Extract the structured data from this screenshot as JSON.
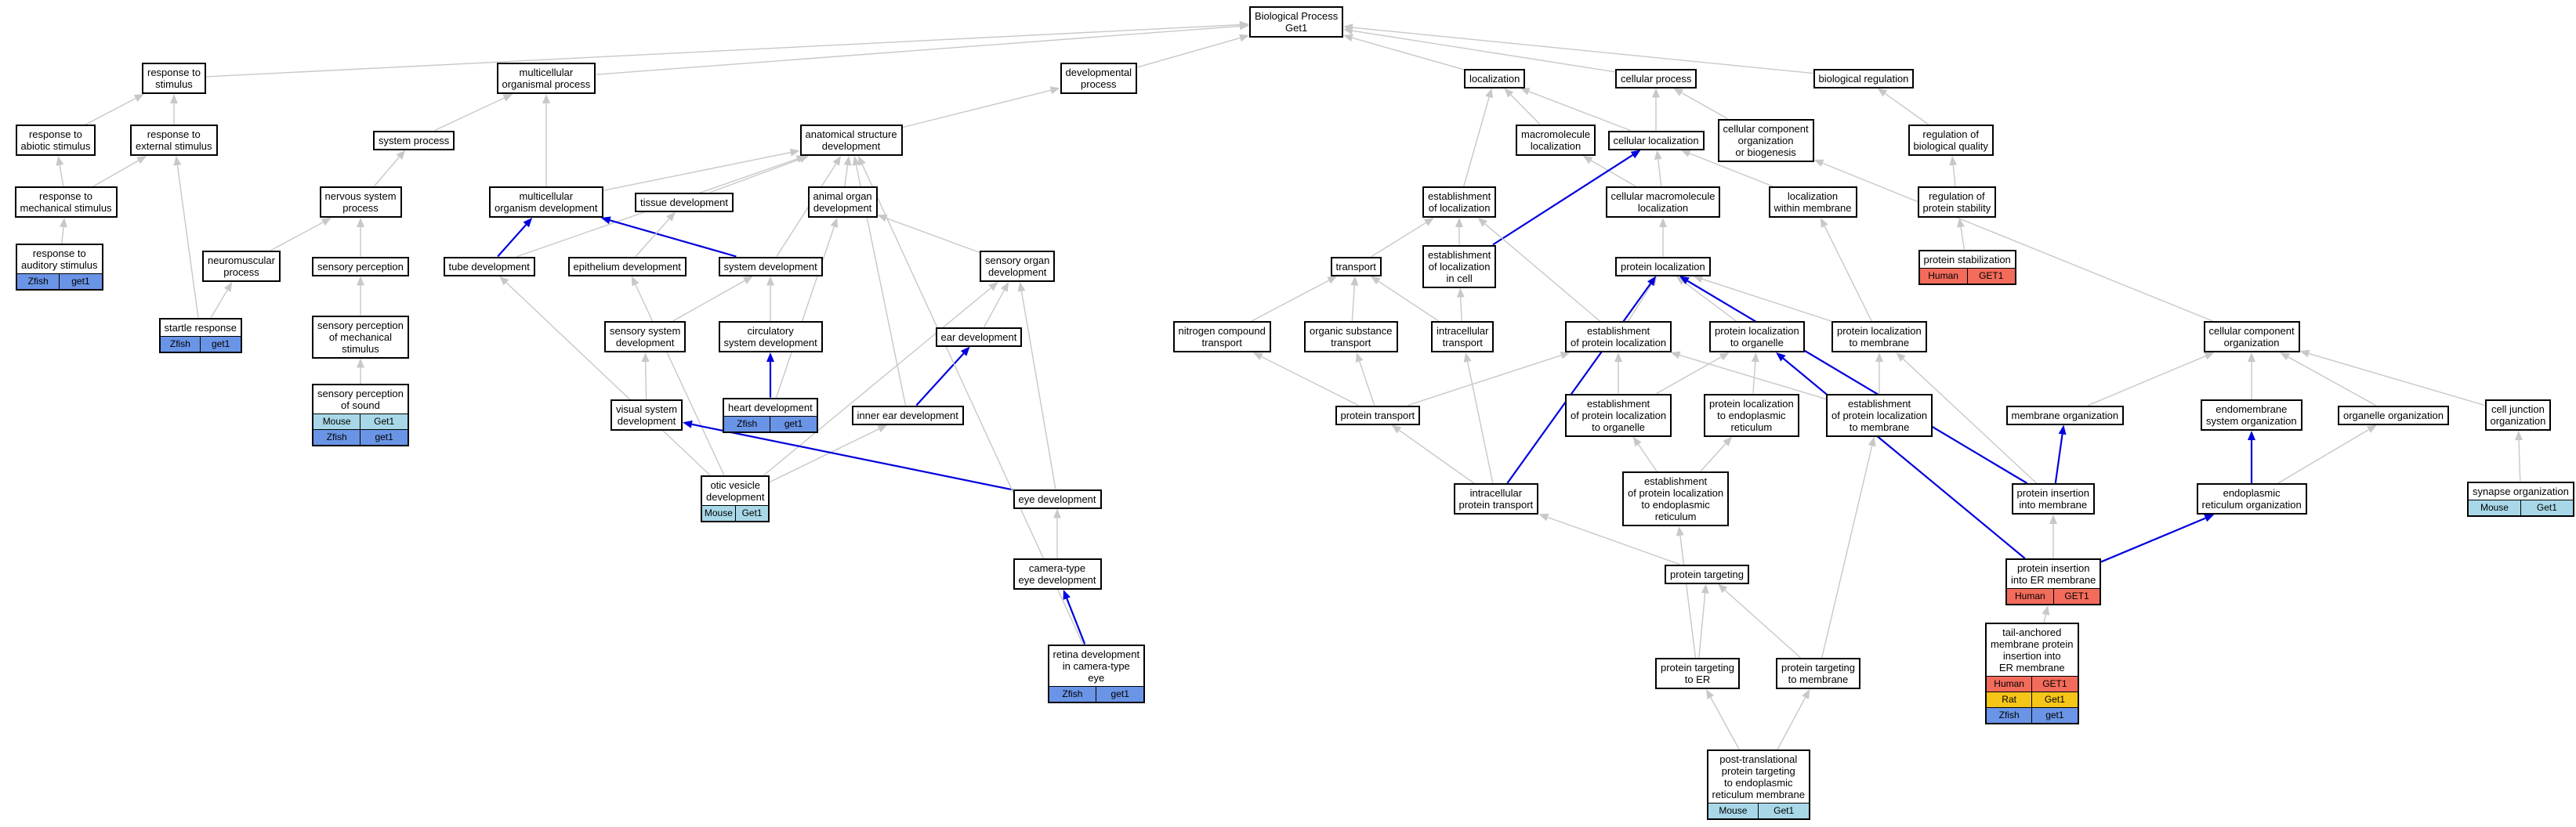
{
  "colors": {
    "edge_gray": "#c8c8c8",
    "edge_blue": "#0000dd",
    "human": "#f26b5b",
    "zfish": "#6a94e6",
    "mouse": "#a8d8e8",
    "rat": "#f5c518"
  },
  "nodes": [
    {
      "id": "bp",
      "label": "Biological Process\nGet1"
    },
    {
      "id": "resp_stim",
      "label": "response to\nstimulus"
    },
    {
      "id": "multi_org",
      "label": "multicellular\norganismal process"
    },
    {
      "id": "dev_proc",
      "label": "developmental\nprocess"
    },
    {
      "id": "localization",
      "label": "localization"
    },
    {
      "id": "cell_proc",
      "label": "cellular process"
    },
    {
      "id": "bio_reg",
      "label": "biological regulation"
    },
    {
      "id": "resp_abiotic",
      "label": "response to\nabiotic stimulus"
    },
    {
      "id": "resp_ext",
      "label": "response to\nexternal stimulus"
    },
    {
      "id": "sys_proc",
      "label": "system process"
    },
    {
      "id": "anat_dev",
      "label": "anatomical structure\ndevelopment"
    },
    {
      "id": "macro_loc",
      "label": "macromolecule\nlocalization"
    },
    {
      "id": "cell_loc",
      "label": "cellular localization"
    },
    {
      "id": "ccob",
      "label": "cellular component\norganization\nor biogenesis"
    },
    {
      "id": "reg_bio_q",
      "label": "regulation of\nbiological quality"
    },
    {
      "id": "resp_mech",
      "label": "response to\nmechanical stimulus"
    },
    {
      "id": "nerv_sys",
      "label": "nervous system\nprocess"
    },
    {
      "id": "multi_org_dev",
      "label": "multicellular\norganism development"
    },
    {
      "id": "tissue_dev",
      "label": "tissue development"
    },
    {
      "id": "animal_organ",
      "label": "animal organ\ndevelopment"
    },
    {
      "id": "est_loc",
      "label": "establishment\nof localization"
    },
    {
      "id": "cell_macro_loc",
      "label": "cellular macromolecule\nlocalization"
    },
    {
      "id": "loc_membrane",
      "label": "localization\nwithin membrane"
    },
    {
      "id": "reg_prot_stab",
      "label": "regulation of\nprotein stability"
    },
    {
      "id": "resp_aud",
      "label": "response to\nauditory stimulus",
      "rows": [
        [
          {
            "t": "Zfish",
            "c": "zfish"
          },
          {
            "t": "get1",
            "c": "zfish"
          }
        ]
      ]
    },
    {
      "id": "neuromusc",
      "label": "neuromuscular\nprocess"
    },
    {
      "id": "sens_perc",
      "label": "sensory perception"
    },
    {
      "id": "tube_dev",
      "label": "tube development"
    },
    {
      "id": "epith_dev",
      "label": "epithelium development"
    },
    {
      "id": "sys_dev",
      "label": "system development"
    },
    {
      "id": "sens_organ",
      "label": "sensory organ\ndevelopment"
    },
    {
      "id": "transport",
      "label": "transport"
    },
    {
      "id": "est_loc_cell",
      "label": "establishment\nof localization\nin cell"
    },
    {
      "id": "prot_loc",
      "label": "protein localization"
    },
    {
      "id": "prot_stabil",
      "label": "protein stabilization",
      "rows": [
        [
          {
            "t": "Human",
            "c": "human"
          },
          {
            "t": "GET1",
            "c": "human"
          }
        ]
      ]
    },
    {
      "id": "startle",
      "label": "startle response",
      "rows": [
        [
          {
            "t": "Zfish",
            "c": "zfish"
          },
          {
            "t": "get1",
            "c": "zfish"
          }
        ]
      ]
    },
    {
      "id": "sens_perc_mech",
      "label": "sensory perception\nof mechanical\nstimulus"
    },
    {
      "id": "sens_sys_dev",
      "label": "sensory system\ndevelopment"
    },
    {
      "id": "circ_sys_dev",
      "label": "circulatory\nsystem development"
    },
    {
      "id": "ear_dev",
      "label": "ear development"
    },
    {
      "id": "nitro_transport",
      "label": "nitrogen compound\ntransport"
    },
    {
      "id": "org_sub_transport",
      "label": "organic substance\ntransport"
    },
    {
      "id": "intracell_transport",
      "label": "intracellular\ntransport"
    },
    {
      "id": "est_prot_loc",
      "label": "establishment\nof protein localization"
    },
    {
      "id": "prot_loc_organelle",
      "label": "protein localization\nto organelle"
    },
    {
      "id": "prot_loc_membrane",
      "label": "protein localization\nto membrane"
    },
    {
      "id": "cc_org",
      "label": "cellular component\norganization"
    },
    {
      "id": "sens_perc_sound",
      "label": "sensory perception\nof sound",
      "rows": [
        [
          {
            "t": "Mouse",
            "c": "mouse"
          },
          {
            "t": "Get1",
            "c": "mouse"
          }
        ],
        [
          {
            "t": "Zfish",
            "c": "zfish"
          },
          {
            "t": "get1",
            "c": "zfish"
          }
        ]
      ]
    },
    {
      "id": "visual_sys",
      "label": "visual system\ndevelopment"
    },
    {
      "id": "heart_dev",
      "label": "heart development",
      "rows": [
        [
          {
            "t": "Zfish",
            "c": "zfish"
          },
          {
            "t": "get1",
            "c": "zfish"
          }
        ]
      ]
    },
    {
      "id": "inner_ear",
      "label": "inner ear development"
    },
    {
      "id": "prot_transport",
      "label": "protein transport"
    },
    {
      "id": "est_prot_loc_org",
      "label": "establishment\nof protein localization\nto organelle"
    },
    {
      "id": "prot_loc_er",
      "label": "protein localization\nto endoplasmic\nreticulum"
    },
    {
      "id": "est_prot_loc_mem",
      "label": "establishment\nof protein localization\nto membrane"
    },
    {
      "id": "membrane_org",
      "label": "membrane organization"
    },
    {
      "id": "endomem_org",
      "label": "endomembrane\nsystem organization"
    },
    {
      "id": "organelle_org",
      "label": "organelle organization"
    },
    {
      "id": "cell_junc_org",
      "label": "cell junction\norganization"
    },
    {
      "id": "otic_vesicle",
      "label": "otic vesicle\ndevelopment",
      "rows": [
        [
          {
            "t": "Mouse",
            "c": "mouse"
          },
          {
            "t": "Get1",
            "c": "mouse"
          }
        ]
      ]
    },
    {
      "id": "eye_dev",
      "label": "eye development"
    },
    {
      "id": "intracell_prot_transport",
      "label": "intracellular\nprotein transport"
    },
    {
      "id": "est_prot_loc_er",
      "label": "establishment\nof protein localization\nto endoplasmic\nreticulum"
    },
    {
      "id": "prot_insert_mem",
      "label": "protein insertion\ninto membrane"
    },
    {
      "id": "er_org",
      "label": "endoplasmic\nreticulum organization"
    },
    {
      "id": "synapse_org",
      "label": "synapse organization",
      "rows": [
        [
          {
            "t": "Mouse",
            "c": "mouse"
          },
          {
            "t": "Get1",
            "c": "mouse"
          }
        ]
      ]
    },
    {
      "id": "camera_eye",
      "label": "camera-type\neye development"
    },
    {
      "id": "prot_targeting",
      "label": "protein targeting"
    },
    {
      "id": "prot_insert_er",
      "label": "protein insertion\ninto ER membrane",
      "rows": [
        [
          {
            "t": "Human",
            "c": "human"
          },
          {
            "t": "GET1",
            "c": "human"
          }
        ]
      ]
    },
    {
      "id": "retina_dev",
      "label": "retina development\nin camera-type\neye",
      "rows": [
        [
          {
            "t": "Zfish",
            "c": "zfish"
          },
          {
            "t": "get1",
            "c": "zfish"
          }
        ]
      ]
    },
    {
      "id": "tail_anchored",
      "label": "tail-anchored\nmembrane protein\ninsertion into\nER membrane",
      "rows": [
        [
          {
            "t": "Human",
            "c": "human"
          },
          {
            "t": "GET1",
            "c": "human"
          }
        ],
        [
          {
            "t": "Rat",
            "c": "rat"
          },
          {
            "t": "Get1",
            "c": "rat"
          }
        ],
        [
          {
            "t": "Zfish",
            "c": "zfish"
          },
          {
            "t": "get1",
            "c": "zfish"
          }
        ]
      ]
    },
    {
      "id": "prot_target_er",
      "label": "protein targeting\nto ER"
    },
    {
      "id": "prot_target_mem",
      "label": "protein targeting\nto membrane"
    },
    {
      "id": "post_trans",
      "label": "post-translational\nprotein targeting\nto endoplasmic\nreticulum membrane",
      "rows": [
        [
          {
            "t": "Mouse",
            "c": "mouse"
          },
          {
            "t": "Get1",
            "c": "mouse"
          }
        ]
      ]
    }
  ],
  "edges": [
    [
      "resp_stim",
      "bp",
      0
    ],
    [
      "multi_org",
      "bp",
      0
    ],
    [
      "dev_proc",
      "bp",
      0
    ],
    [
      "localization",
      "bp",
      0
    ],
    [
      "cell_proc",
      "bp",
      0
    ],
    [
      "bio_reg",
      "bp",
      0
    ],
    [
      "resp_abiotic",
      "resp_stim",
      0
    ],
    [
      "resp_ext",
      "resp_stim",
      0
    ],
    [
      "resp_mech",
      "resp_abiotic",
      0
    ],
    [
      "resp_mech",
      "resp_ext",
      0
    ],
    [
      "resp_aud",
      "resp_mech",
      0
    ],
    [
      "startle",
      "resp_ext",
      0
    ],
    [
      "startle",
      "neuromusc",
      0
    ],
    [
      "sys_proc",
      "multi_org",
      0
    ],
    [
      "nerv_sys",
      "sys_proc",
      0
    ],
    [
      "neuromusc",
      "nerv_sys",
      0
    ],
    [
      "sens_perc",
      "nerv_sys",
      0
    ],
    [
      "sens_perc_mech",
      "sens_perc",
      0
    ],
    [
      "sens_perc_sound",
      "sens_perc_mech",
      0
    ],
    [
      "anat_dev",
      "dev_proc",
      0
    ],
    [
      "multi_org_dev",
      "multi_org",
      0
    ],
    [
      "multi_org_dev",
      "anat_dev",
      0
    ],
    [
      "tissue_dev",
      "anat_dev",
      0
    ],
    [
      "animal_organ",
      "anat_dev",
      0
    ],
    [
      "tube_dev",
      "anat_dev",
      0
    ],
    [
      "sys_dev",
      "anat_dev",
      0
    ],
    [
      "tube_dev",
      "multi_org_dev",
      1
    ],
    [
      "sys_dev",
      "multi_org_dev",
      1
    ],
    [
      "epith_dev",
      "tissue_dev",
      0
    ],
    [
      "sens_sys_dev",
      "sys_dev",
      0
    ],
    [
      "circ_sys_dev",
      "sys_dev",
      0
    ],
    [
      "heart_dev",
      "circ_sys_dev",
      1
    ],
    [
      "heart_dev",
      "animal_organ",
      0
    ],
    [
      "sens_organ",
      "animal_organ",
      0
    ],
    [
      "ear_dev",
      "sens_organ",
      0
    ],
    [
      "inner_ear",
      "ear_dev",
      1
    ],
    [
      "inner_ear",
      "anat_dev",
      0
    ],
    [
      "visual_sys",
      "sens_sys_dev",
      0
    ],
    [
      "otic_vesicle",
      "inner_ear",
      0
    ],
    [
      "otic_vesicle",
      "epith_dev",
      0
    ],
    [
      "otic_vesicle",
      "tube_dev",
      0
    ],
    [
      "otic_vesicle",
      "sens_organ",
      0
    ],
    [
      "eye_dev",
      "sens_organ",
      0
    ],
    [
      "eye_dev",
      "visual_sys",
      1
    ],
    [
      "camera_eye",
      "eye_dev",
      0
    ],
    [
      "retina_dev",
      "camera_eye",
      1
    ],
    [
      "retina_dev",
      "anat_dev",
      0
    ],
    [
      "macro_loc",
      "localization",
      0
    ],
    [
      "cell_loc",
      "localization",
      0
    ],
    [
      "cell_loc",
      "cell_proc",
      0
    ],
    [
      "est_loc",
      "localization",
      0
    ],
    [
      "ccob",
      "cell_proc",
      0
    ],
    [
      "reg_bio_q",
      "bio_reg",
      0
    ],
    [
      "reg_prot_stab",
      "reg_bio_q",
      0
    ],
    [
      "prot_stabil",
      "reg_prot_stab",
      0
    ],
    [
      "cell_macro_loc",
      "cell_loc",
      0
    ],
    [
      "cell_macro_loc",
      "macro_loc",
      0
    ],
    [
      "loc_membrane",
      "cell_loc",
      0
    ],
    [
      "est_loc_cell",
      "est_loc",
      0
    ],
    [
      "est_loc_cell",
      "cell_loc",
      1
    ],
    [
      "transport",
      "est_loc",
      0
    ],
    [
      "intracell_transport",
      "transport",
      0
    ],
    [
      "intracell_transport",
      "est_loc_cell",
      0
    ],
    [
      "prot_loc",
      "cell_macro_loc",
      0
    ],
    [
      "nitro_transport",
      "transport",
      0
    ],
    [
      "org_sub_transport",
      "transport",
      0
    ],
    [
      "est_prot_loc",
      "prot_loc",
      0
    ],
    [
      "est_prot_loc",
      "est_loc",
      0
    ],
    [
      "prot_loc_organelle",
      "prot_loc",
      0
    ],
    [
      "prot_loc_membrane",
      "prot_loc",
      0
    ],
    [
      "prot_loc_membrane",
      "loc_membrane",
      0
    ],
    [
      "prot_transport",
      "nitro_transport",
      0
    ],
    [
      "prot_transport",
      "org_sub_transport",
      0
    ],
    [
      "prot_transport",
      "est_prot_loc",
      0
    ],
    [
      "est_prot_loc_org",
      "est_prot_loc",
      0
    ],
    [
      "est_prot_loc_org",
      "prot_loc_organelle",
      0
    ],
    [
      "prot_loc_er",
      "prot_loc_organelle",
      0
    ],
    [
      "est_prot_loc_mem",
      "est_prot_loc",
      0
    ],
    [
      "est_prot_loc_mem",
      "prot_loc_membrane",
      0
    ],
    [
      "intracell_prot_transport",
      "prot_transport",
      0
    ],
    [
      "intracell_prot_transport",
      "intracell_transport",
      0
    ],
    [
      "intracell_prot_transport",
      "prot_loc",
      1
    ],
    [
      "est_prot_loc_er",
      "est_prot_loc_org",
      0
    ],
    [
      "est_prot_loc_er",
      "prot_loc_er",
      0
    ],
    [
      "cc_org",
      "ccob",
      0
    ],
    [
      "membrane_org",
      "cc_org",
      0
    ],
    [
      "endomem_org",
      "cc_org",
      0
    ],
    [
      "organelle_org",
      "cc_org",
      0
    ],
    [
      "cell_junc_org",
      "cc_org",
      0
    ],
    [
      "synapse_org",
      "cell_junc_org",
      0
    ],
    [
      "prot_insert_mem",
      "membrane_org",
      1
    ],
    [
      "prot_insert_mem",
      "prot_loc_membrane",
      0
    ],
    [
      "prot_insert_mem",
      "prot_loc",
      1
    ],
    [
      "er_org",
      "endomem_org",
      1
    ],
    [
      "er_org",
      "organelle_org",
      0
    ],
    [
      "prot_insert_er",
      "prot_insert_mem",
      0
    ],
    [
      "prot_insert_er",
      "er_org",
      1
    ],
    [
      "prot_insert_er",
      "prot_loc_organelle",
      1
    ],
    [
      "prot_targeting",
      "intracell_prot_transport",
      0
    ],
    [
      "tail_anchored",
      "prot_insert_er",
      0
    ],
    [
      "prot_target_er",
      "prot_targeting",
      0
    ],
    [
      "prot_target_er",
      "est_prot_loc_er",
      0
    ],
    [
      "prot_target_mem",
      "prot_targeting",
      0
    ],
    [
      "prot_target_mem",
      "est_prot_loc_mem",
      0
    ],
    [
      "post_trans",
      "prot_target_er",
      0
    ],
    [
      "post_trans",
      "prot_target_mem",
      0
    ]
  ]
}
